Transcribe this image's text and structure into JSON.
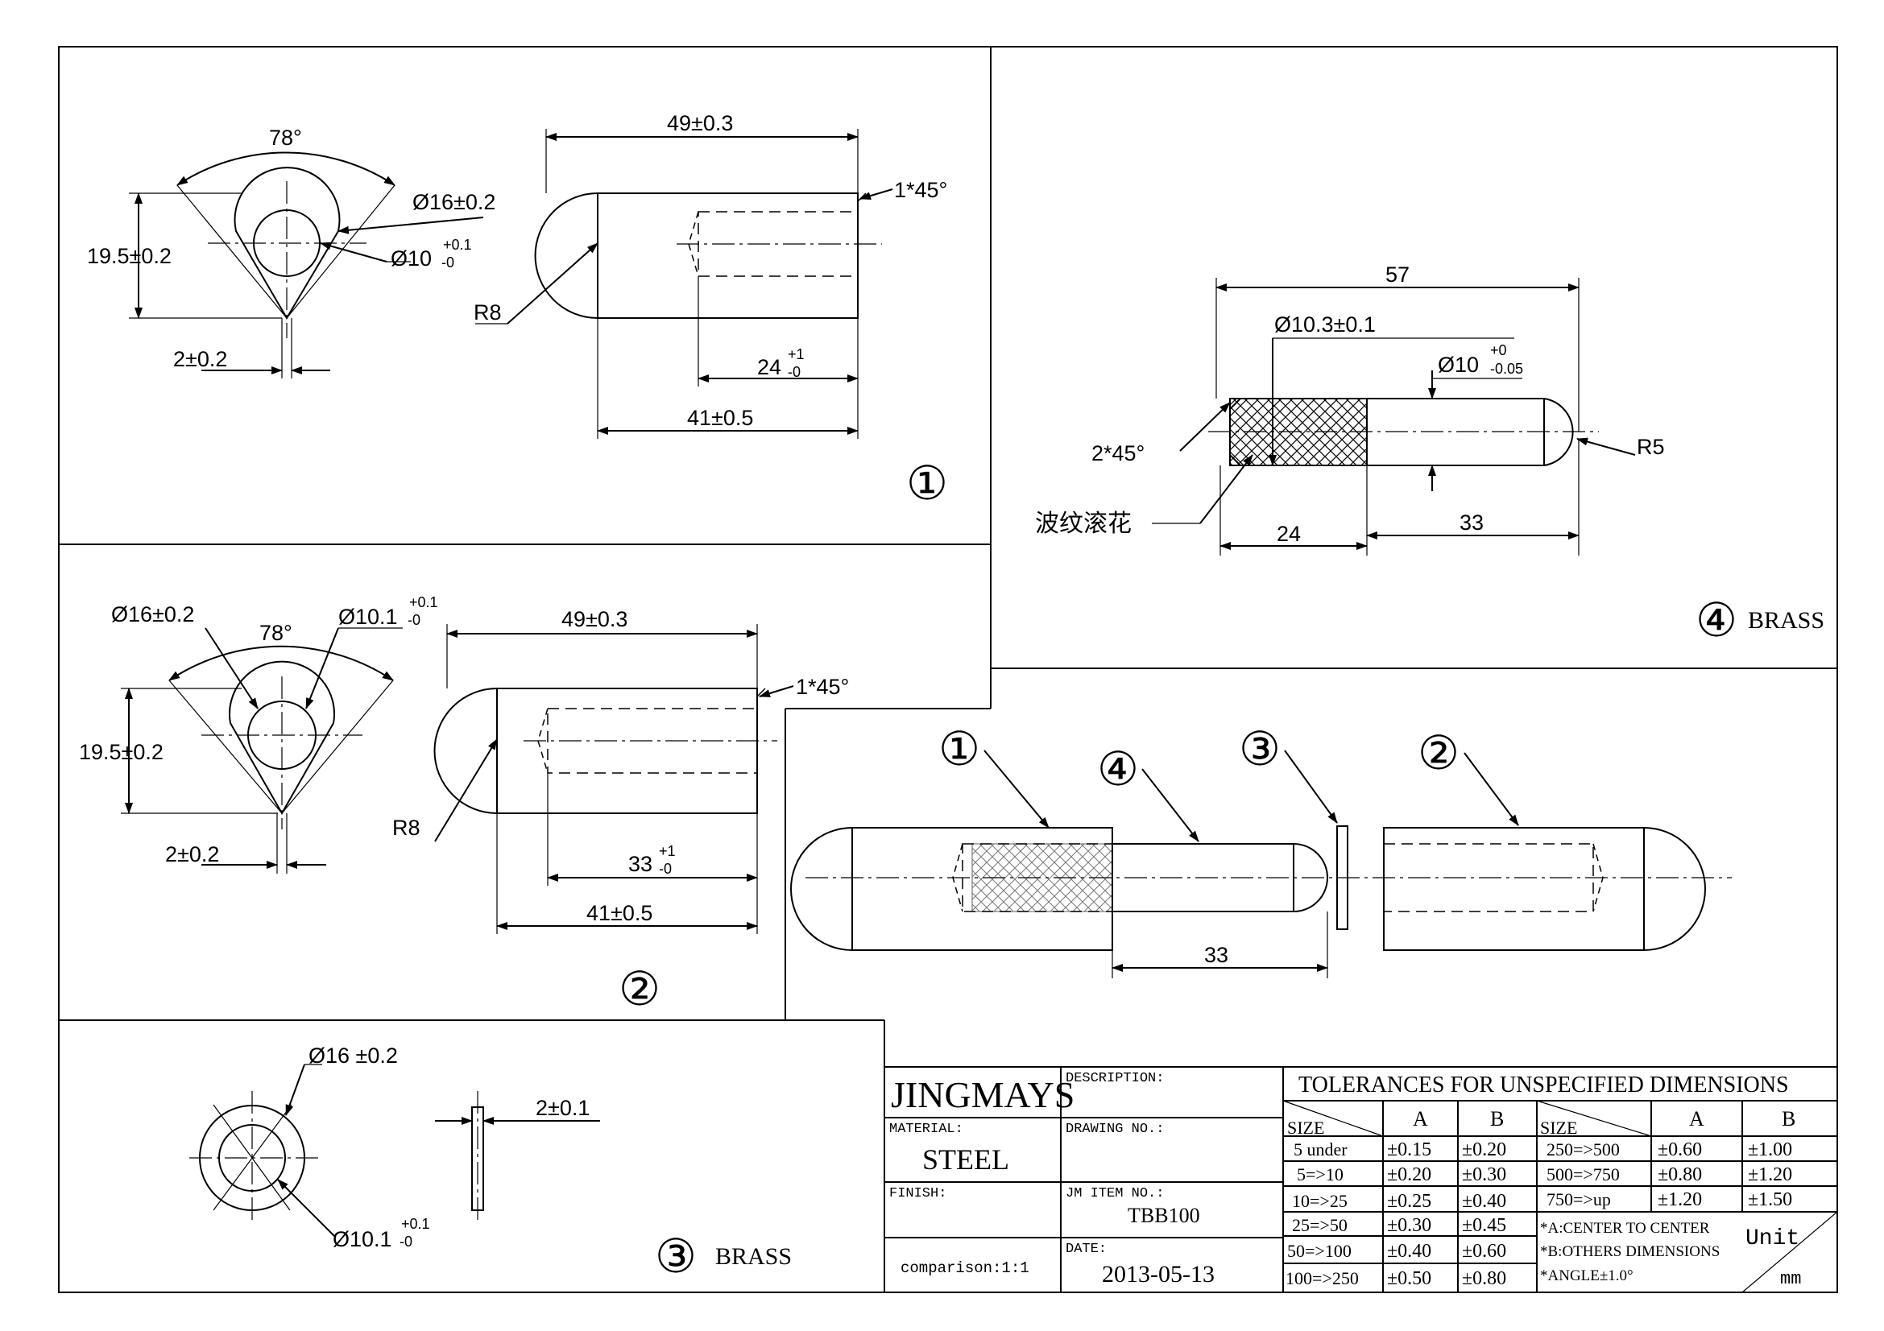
{
  "sheet": {
    "part1": {
      "callout": "①",
      "angle": "78°",
      "outer_dia": "Ø16±0.2",
      "inner_dia": "Ø10",
      "inner_tol_upper": "+0.1",
      "inner_tol_lower": "-0",
      "height": "19.5±0.2",
      "tip_width": "2±0.2",
      "length": "49±0.3",
      "chamfer": "1*45°",
      "radius": "R8",
      "hole_depth": "24",
      "hole_tol_upper": "+1",
      "hole_tol_lower": "-0",
      "body_length": "41±0.5"
    },
    "part2": {
      "callout": "②",
      "outer_dia": "Ø16±0.2",
      "inner_dia": "Ø10.1",
      "inner_tol_upper": "+0.1",
      "inner_tol_lower": "-0",
      "angle": "78°",
      "height": "19.5±0.2",
      "tip_width": "2±0.2",
      "length": "49±0.3",
      "chamfer": "1*45°",
      "radius": "R8",
      "hole_depth": "33",
      "hole_tol_upper": "+1",
      "hole_tol_lower": "-0",
      "body_length": "41±0.5"
    },
    "part3": {
      "callout": "③",
      "material": "BRASS",
      "outer_dia": "Ø16 ±0.2",
      "inner_dia": "Ø10.1",
      "inner_tol_upper": "+0.1",
      "inner_tol_lower": "-0",
      "thickness": "2±0.1"
    },
    "part4": {
      "callout": "④",
      "material": "BRASS",
      "total_length": "57",
      "knurl_dia": "Ø10.3±0.1",
      "shaft_dia": "Ø10",
      "shaft_tol_upper": "+0",
      "shaft_tol_lower": "-0.05",
      "chamfer": "2*45°",
      "radius": "R5",
      "knurl_note": "波纹滚花",
      "knurl_length": "24",
      "shaft_length": "33"
    },
    "assembly": {
      "callout1": "①",
      "callout2": "②",
      "callout3": "③",
      "callout4": "④",
      "gap_dim": "33"
    }
  },
  "title_block": {
    "company": "JINGMAYS",
    "description_label": "DESCRIPTION:",
    "material_label": "MATERIAL:",
    "material_value": "STEEL",
    "drawing_no_label": "DRAWING NO.:",
    "finish_label": "FINISH:",
    "item_no_label": "JM ITEM NO.:",
    "item_no_value": "TBB100",
    "comparison": "comparison:1:1",
    "date_label": "DATE:",
    "date_value": "2013-05-13",
    "tolerance_title": "TOLERANCES FOR UNSPECIFIED DIMENSIONS",
    "size_header": "SIZE",
    "col_a": "A",
    "col_b": "B",
    "rows_left": [
      [
        "5 under",
        "±0.15",
        "±0.20"
      ],
      [
        "5=>10",
        "±0.20",
        "±0.30"
      ],
      [
        "10=>25",
        "±0.25",
        "±0.40"
      ],
      [
        "25=>50",
        "±0.30",
        "±0.45"
      ],
      [
        "50=>100",
        "±0.40",
        "±0.60"
      ],
      [
        "100=>250",
        "±0.50",
        "±0.80"
      ]
    ],
    "rows_right": [
      [
        "250=>500",
        "±0.60",
        "±1.00"
      ],
      [
        "500=>750",
        "±0.80",
        "±1.20"
      ],
      [
        "750=>up",
        "±1.20",
        "±1.50"
      ]
    ],
    "note_a": "*A:CENTER TO CENTER",
    "note_b": "*B:OTHERS DIMENSIONS",
    "note_angle": "*ANGLE±1.0°",
    "unit_label": "Unit",
    "unit_value": "mm"
  }
}
